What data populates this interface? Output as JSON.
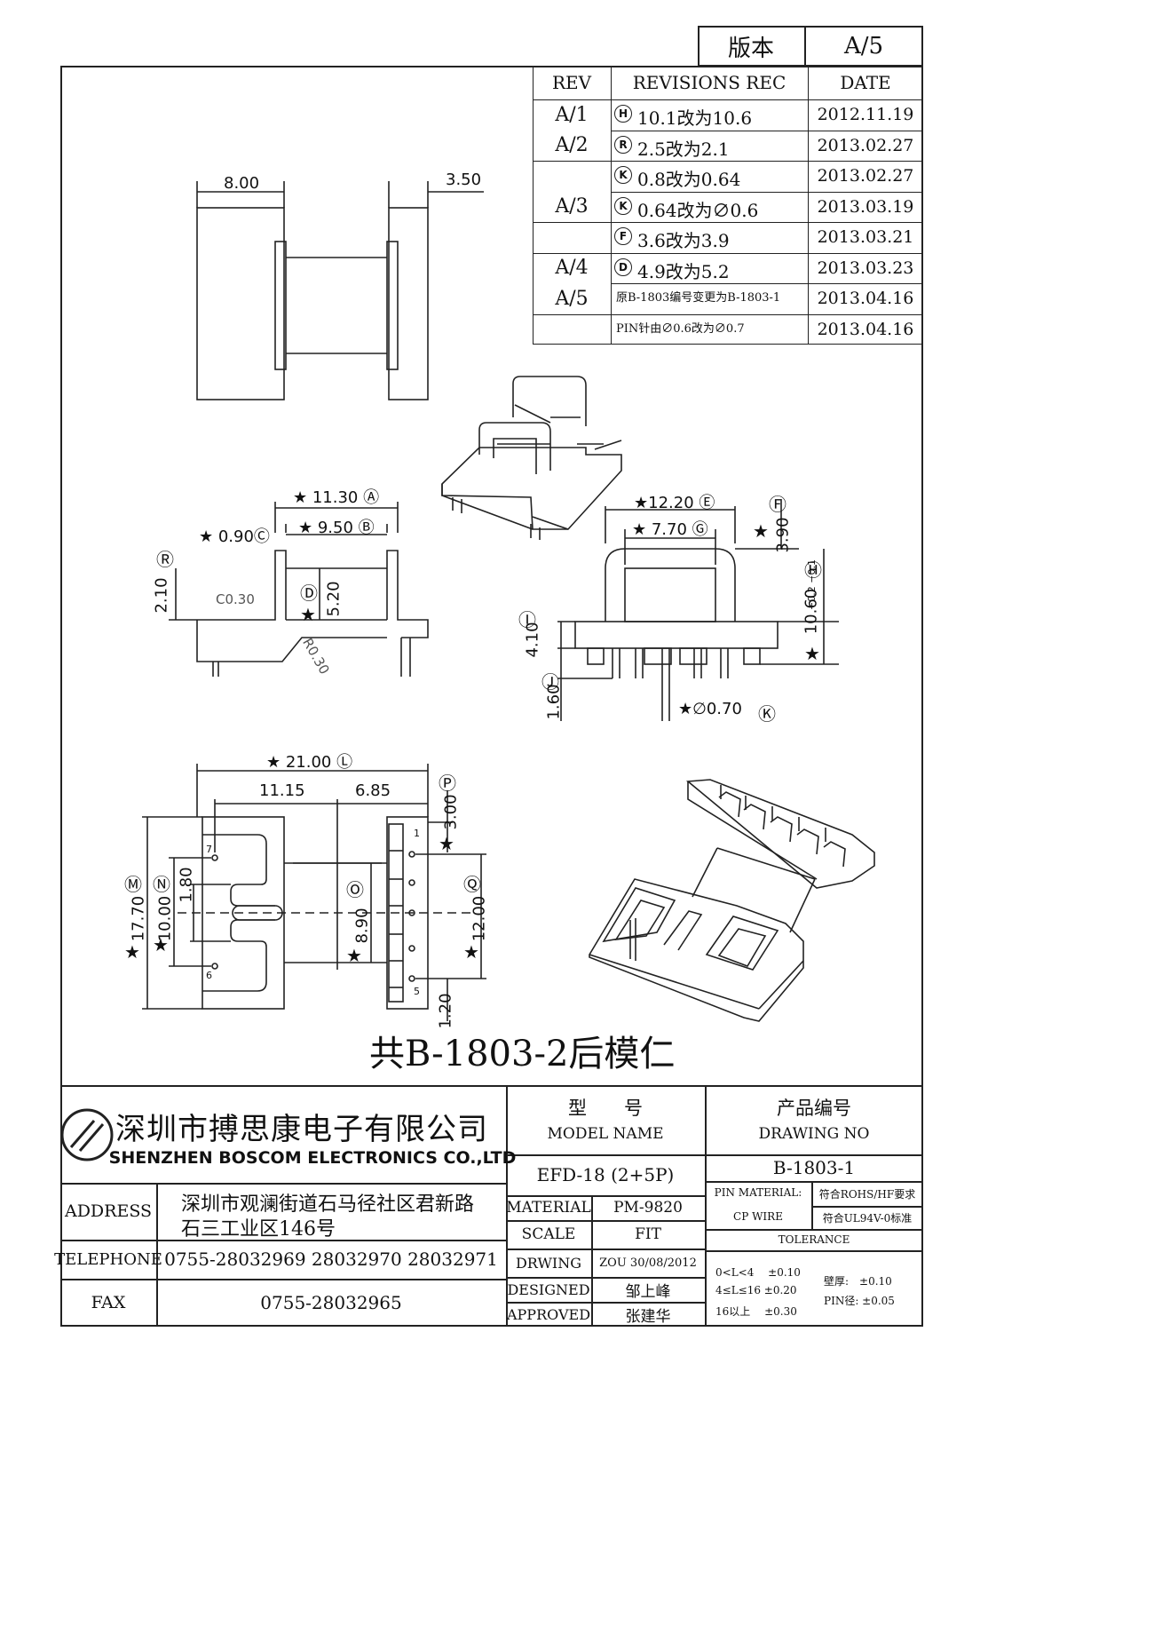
{
  "version_box": {
    "label": "版本",
    "value": "A/5"
  },
  "revisions": {
    "headers": {
      "rev": "REV",
      "rec": "REVISIONS REC",
      "date": "DATE"
    },
    "rows": [
      {
        "rev": "A/1",
        "mark": "H",
        "text": "10.1改为10.6",
        "date": "2012.11.19"
      },
      {
        "rev": "A/2",
        "mark": "R",
        "text": "2.5改为2.1",
        "date": "2013.02.27"
      },
      {
        "rev": "",
        "mark": "K",
        "text": "0.8改为0.64",
        "date": "2013.02.27"
      },
      {
        "rev": "A/3",
        "mark": "K",
        "text": "0.64改为∅0.6",
        "date": "2013.03.19"
      },
      {
        "rev": "",
        "mark": "F",
        "text": "3.6改为3.9",
        "date": "2013.03.21"
      },
      {
        "rev": "A/4",
        "mark": "D",
        "text": "4.9改为5.2",
        "date": "2013.03.23"
      },
      {
        "rev": "A/5",
        "mark": "",
        "text": "原B-1803编号变更为B-1803-1",
        "date": "2013.04.16"
      },
      {
        "rev": "",
        "mark": "",
        "text": "PIN针由∅0.6改为∅0.7",
        "date": "2013.04.16"
      }
    ]
  },
  "drawing": {
    "top_dim_left": "8.00",
    "top_dim_right": "3.50",
    "front": {
      "d_a": "★ 11.30 Ⓐ",
      "d_b": "★ 9.50 Ⓑ",
      "d_c": "★ 0.90Ⓒ",
      "d_r_mark": "Ⓡ",
      "d_r": "2.10",
      "d_d": "Ⓓ",
      "d_d_val": "5.20",
      "star": "★",
      "chamfer": "C0.30",
      "radius": "R0.30"
    },
    "side": {
      "d_e": "★12.20 Ⓔ",
      "d_g": "★ 7.70 Ⓖ",
      "d_f_mark": "Ⓕ",
      "d_f": "3.90",
      "d_h_mark": "Ⓗ",
      "d_h": "10.60",
      "d_h_tol": "+0.2 −0.1",
      "d_i_mark": "Ⓘ",
      "d_i": "4.10",
      "d_j_mark": "Ⓙ",
      "d_j": "1.60",
      "d_k": "★∅0.70",
      "d_k_mark": "Ⓚ",
      "star": "★"
    },
    "bottom": {
      "d_l": "★ 21.00 Ⓛ",
      "d_1115": "11.15",
      "d_685": "6.85",
      "d_p_mark": "Ⓟ",
      "d_p": "3.00",
      "d_m_mark": "Ⓜ",
      "d_m": "17.70",
      "d_n_mark": "Ⓝ",
      "d_n": "10.00",
      "d_180": "1.80",
      "d_o_mark": "Ⓞ",
      "d_o": "8.90",
      "d_q_mark": "Ⓠ",
      "d_q": "12.00",
      "d_120": "1.20",
      "star": "★",
      "pin1": "1",
      "pin5": "5",
      "pin6": "6",
      "pin7": "7"
    },
    "note": "共B-1803-2后模仁"
  },
  "titleblock": {
    "company_cn": "深圳市搏思康电子有限公司",
    "company_en": "SHENZHEN BOSCOM ELECTRONICS CO.,LTD",
    "address_label": "ADDRESS",
    "address_line1": "深圳市观澜街道石马径社区君新路",
    "address_line2": "石三工业区146号",
    "telephone_label": "TELEPHONE",
    "telephone": "0755-28032969 28032970 28032971",
    "fax_label": "FAX",
    "fax": "0755-28032965",
    "model_cn": "型　　号",
    "model_en": "MODEL NAME",
    "model_value": "EFD-18 (2+5P)",
    "drawing_cn": "产品编号",
    "drawing_en": "DRAWING NO",
    "drawing_value": "B-1803-1",
    "material_label": "MATERIAL",
    "material_value": "PM-9820",
    "scale_label": "SCALE",
    "scale_value": "FIT",
    "drwing_label": "DRWING",
    "drwing_value": "ZOU 30/08/2012",
    "designed_label": "DESIGNED",
    "designed_value": "邹上峰",
    "approved_label": "APPROVED",
    "approved_value": "张建华",
    "pin_material_label": "PIN MATERIAL:",
    "pin_material_value": "CP WIRE",
    "rohs": "符合ROHS/HF要求",
    "ul": "符合UL94V-0标准",
    "tolerance_label": "TOLERANCE",
    "tol1": "0<L<4　 ±0.10",
    "tol2": "4≤L≤16 ±0.20",
    "tol3": "16以上　 ±0.30",
    "wall": "壁厚:　±0.10",
    "pin_dia": "PIN径: ±0.05"
  }
}
